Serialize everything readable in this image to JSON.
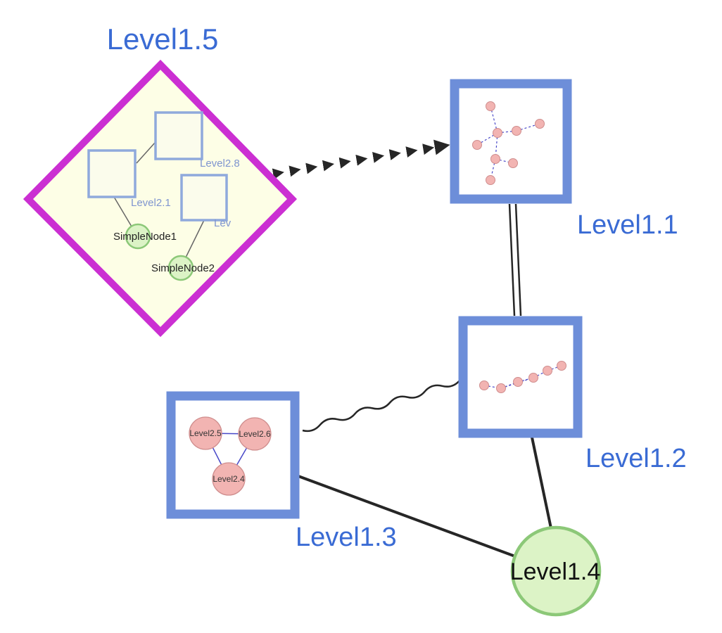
{
  "diagram": {
    "background": "#ffffff",
    "colors": {
      "label_blue": "#3a6bd4",
      "child_label_blue": "#7f95d0",
      "diamond_border": "#cb2fd2",
      "diamond_fill": "#fdfee6",
      "node_border_blue": "#6d8ed9",
      "inner_square_fill": "#fbfcec",
      "inner_square_border": "#8fa9dc",
      "green_fill": "#dcf3c6",
      "green_border": "#8cc878",
      "pink_fill": "#f2b4b2",
      "pink_border": "#cf8d8d",
      "edge_dark": "#262626",
      "edge_blue": "#4848c8",
      "text_dark": "#111111"
    },
    "nodes": {
      "level15": {
        "label": "Level1.5",
        "shape": "diamond"
      },
      "level11": {
        "label": "Level1.1",
        "shape": "square"
      },
      "level12": {
        "label": "Level1.2",
        "shape": "square"
      },
      "level13": {
        "label": "Level1.3",
        "shape": "square"
      },
      "level14": {
        "label": "Level1.4",
        "shape": "circle"
      }
    },
    "level15_children": {
      "level28": {
        "label": "Level2.8",
        "shape": "square"
      },
      "level21": {
        "label": "Level2.1",
        "shape": "square"
      },
      "lev": {
        "label": "Lev",
        "shape": "square"
      },
      "simplenode1": {
        "label": "SimpleNode1",
        "shape": "circle"
      },
      "simplenode2": {
        "label": "SimpleNode2",
        "shape": "circle"
      }
    },
    "level13_children": {
      "level25": {
        "label": "Level2.5",
        "shape": "circle"
      },
      "level26": {
        "label": "Level2.6",
        "shape": "circle"
      },
      "level24": {
        "label": "Level2.4",
        "shape": "circle"
      }
    },
    "edges": [
      {
        "from": "Level1.5",
        "to": "Level1.1",
        "style": "dashed-arrow-chain"
      },
      {
        "from": "Level1.1",
        "to": "Level1.2",
        "style": "double-line"
      },
      {
        "from": "Level1.3",
        "to": "Level1.2",
        "style": "wavy"
      },
      {
        "from": "Level1.3",
        "to": "Level1.4",
        "style": "solid"
      },
      {
        "from": "Level1.2",
        "to": "Level1.4",
        "style": "solid"
      }
    ],
    "level15_edges": [
      {
        "from": "Level2.1",
        "to": "Level2.8"
      },
      {
        "from": "Level2.1",
        "to": "SimpleNode1"
      },
      {
        "from": "Lev",
        "to": "SimpleNode2"
      }
    ],
    "level13_edges": [
      {
        "from": "Level2.5",
        "to": "Level2.6"
      },
      {
        "from": "Level2.5",
        "to": "Level2.4"
      },
      {
        "from": "Level2.6",
        "to": "Level2.4"
      }
    ]
  }
}
